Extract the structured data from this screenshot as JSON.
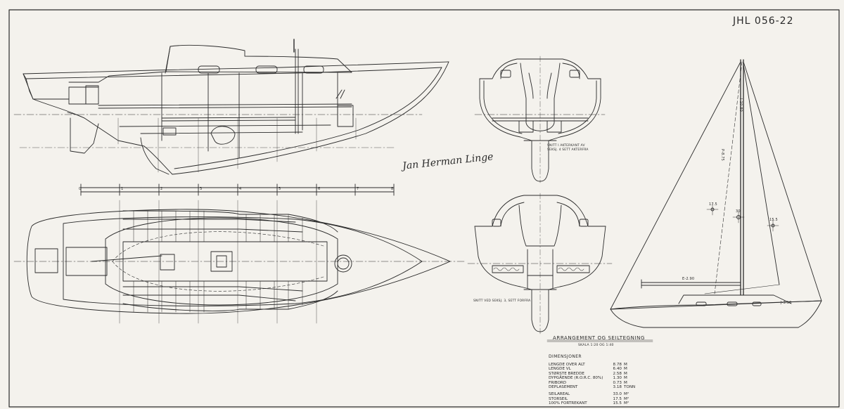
{
  "drawing_number": "JHL 056-22",
  "signature": "Jan Herman Linge",
  "title": "ARRANGEMENT OG SEILTEGNING",
  "scale": "SKALA 1:20 OG 1:40",
  "section_labels": {
    "upper": "SNITT I AKTERKANT AV SEKSJ. 4 SETT AKTERFRA",
    "lower": "SNITT VED SEKSJ. 3, SETT FORFRA"
  },
  "station_numbers": [
    "0",
    "1",
    "2",
    "3",
    "4",
    "5",
    "6",
    "7",
    "8"
  ],
  "sail_plan": {
    "labels": [
      "I-10.80",
      "P-8.75",
      "E-2.90",
      "J-3.10",
      "17.5",
      "30",
      "15.5"
    ]
  },
  "dimensions": {
    "heading": "DIMENSJONER",
    "rows": [
      {
        "label": "LENGDE OVER ALT",
        "value": "8.78",
        "unit": "M"
      },
      {
        "label": "LENGDE VL",
        "value": "6.40",
        "unit": "M"
      },
      {
        "label": "STØRSTE BREDDE",
        "value": "2.58",
        "unit": "M"
      },
      {
        "label": "DYPGÅENDE (R.O.R.C. 80%)",
        "value": "1.30",
        "unit": "M"
      },
      {
        "label": "FRIBORD",
        "value": "0.73",
        "unit": "M"
      },
      {
        "label": "DEPLASEMENT",
        "value": "3.18",
        "unit": "TONN"
      }
    ],
    "sail_rows": [
      {
        "label": "SEILAREAL",
        "value": "33.0",
        "unit": "M²"
      },
      {
        "label": "STORSEIL",
        "value": "17.5",
        "unit": "M²"
      },
      {
        "label": "100% FORTREKANT",
        "value": "15.5",
        "unit": "M²"
      }
    ]
  }
}
